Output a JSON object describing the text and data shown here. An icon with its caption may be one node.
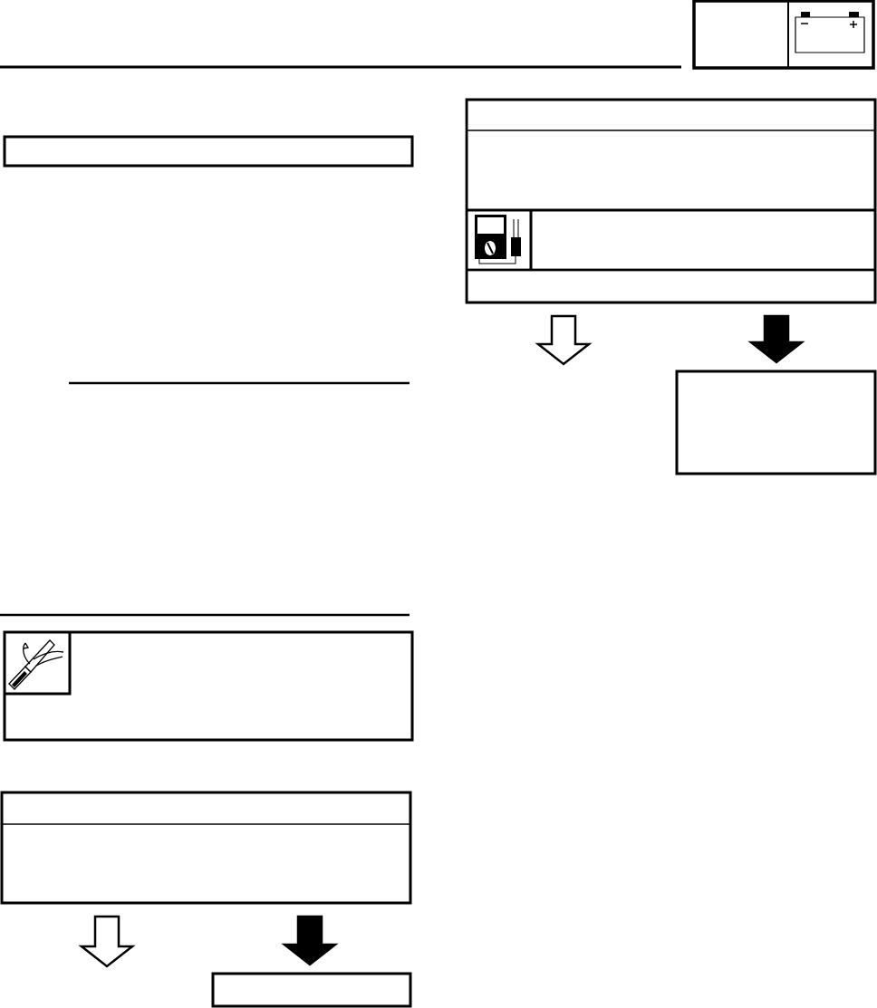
{
  "diagram": {
    "nodes": [
      {
        "text": [],
        "shape": "box"
      },
      {
        "text": [],
        "shape": "box"
      },
      {
        "text": [],
        "shape": "box"
      },
      {
        "text": [],
        "shape": "box"
      },
      {
        "text": [],
        "shape": "box"
      },
      {
        "text": [],
        "shape": "box"
      },
      {
        "text": [],
        "shape": "box"
      }
    ],
    "edges": [
      {
        "from": 2,
        "to": null,
        "arrow": "to"
      },
      {
        "from": 2,
        "to": 5,
        "arrow": "to",
        "style": "thick"
      },
      {
        "from": 4,
        "to": null,
        "arrow": "to"
      },
      {
        "from": 4,
        "to": 6,
        "arrow": "to",
        "style": "thick"
      }
    ]
  }
}
